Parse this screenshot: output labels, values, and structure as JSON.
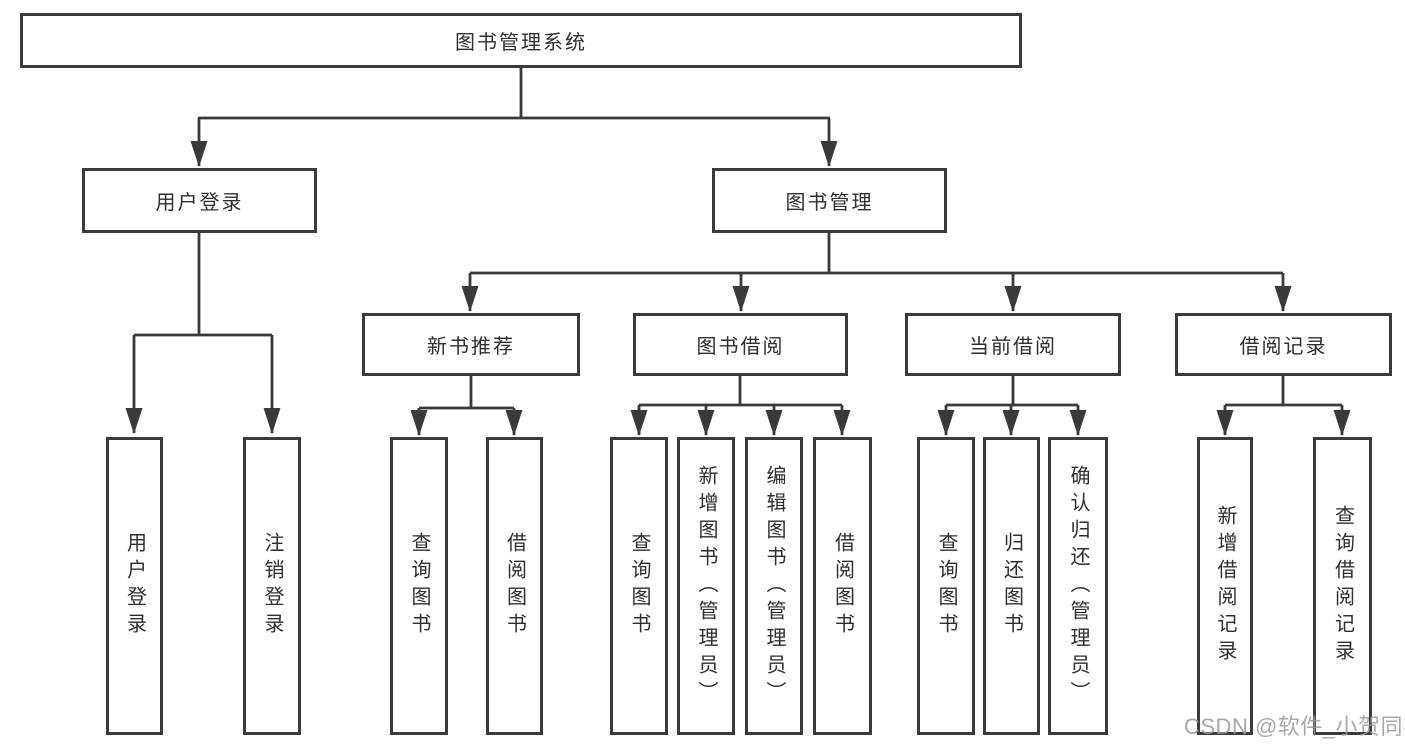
{
  "tree": {
    "label": "图书管理系统",
    "children": [
      {
        "label": "用户登录",
        "children": [
          {
            "label": "用户登录"
          },
          {
            "label": "注销登录"
          }
        ]
      },
      {
        "label": "图书管理",
        "children": [
          {
            "label": "新书推荐",
            "children": [
              {
                "label": "查询图书"
              },
              {
                "label": "借阅图书"
              }
            ]
          },
          {
            "label": "图书借阅",
            "children": [
              {
                "label": "查询图书"
              },
              {
                "label": "新增图书（管理员）"
              },
              {
                "label": "编辑图书（管理员）"
              },
              {
                "label": "借阅图书"
              }
            ]
          },
          {
            "label": "当前借阅",
            "children": [
              {
                "label": "查询图书"
              },
              {
                "label": "归还图书"
              },
              {
                "label": "确认归还（管理员）"
              }
            ]
          },
          {
            "label": "借阅记录",
            "children": [
              {
                "label": "新增借阅记录"
              },
              {
                "label": "查询借阅记录"
              }
            ]
          }
        ]
      }
    ]
  },
  "watermark": "CSDN @软件_小贺同学",
  "colors": {
    "line": "#3a3a3a",
    "box_border": "#3a3a3a",
    "text": "#2f2f2f",
    "watermark": "#9a9a9a",
    "background": "#ffffff"
  }
}
